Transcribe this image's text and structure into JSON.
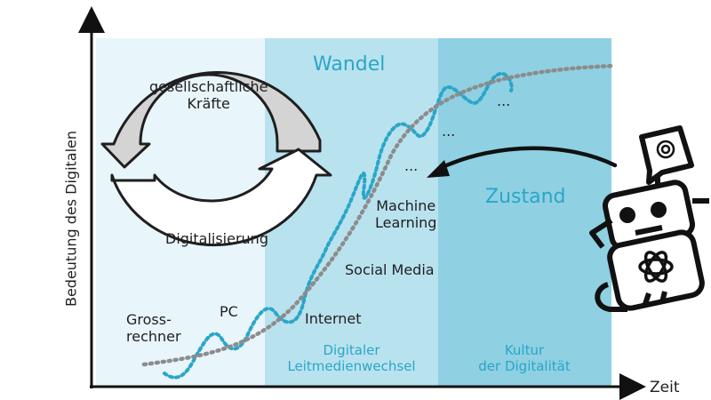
{
  "axes": {
    "y_label": "Bedeutung des Digitalen",
    "x_label": "Zeit"
  },
  "phases": [
    {
      "label": "",
      "color": "#e8f5fa"
    },
    {
      "label": "Digitaler\nLeitmedienwechsel",
      "color": "#b9e2ef"
    },
    {
      "label": "Kultur\nder Digitalität",
      "color": "#8fd0e3"
    }
  ],
  "headings": {
    "wandel": "Wandel",
    "zustand": "Zustand"
  },
  "cycle": {
    "top_label": "gesellschaftliche\nKräfte",
    "bottom_label": "Digitalisierung",
    "top_color": "#d4d4d4",
    "bottom_color": "#ffffff"
  },
  "milestones": {
    "grossrechner": "Gross-\nrechner",
    "pc": "PC",
    "internet": "Internet",
    "social_media": "Social Media",
    "machine_learning": "Machine\nLearning",
    "ellipsis_1": "...",
    "ellipsis_2": "...",
    "ellipsis_3": "..."
  },
  "colors": {
    "accent": "#2aa6c7",
    "curve_grey": "#8c8c8c",
    "axis": "#111111"
  },
  "robot": {
    "icon": "robot-icon",
    "chat_icon": "chat-bubble-logo-icon",
    "logo_icon": "knot-logo-icon"
  }
}
